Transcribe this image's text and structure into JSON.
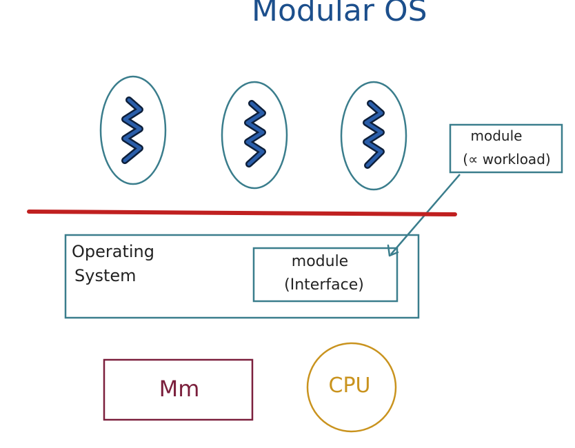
{
  "title": "Modular OS",
  "module_workload": {
    "line1": "module",
    "line2": "(∝ workload)"
  },
  "operating_system": {
    "line1": "Operating",
    "line2": "System"
  },
  "module_interface": {
    "line1": "module",
    "line2": "(Interface)"
  },
  "memory": {
    "label": "Mm"
  },
  "cpu": {
    "label": "CPU"
  },
  "colors": {
    "title": "#1c4f8c",
    "outline": "#3a7d8c",
    "thread_fill": "#2a5eaa",
    "thread_edge": "#0d1f3a",
    "divider": "#c02020",
    "memory": "#7b1f3c",
    "cpu": "#c9931e"
  }
}
